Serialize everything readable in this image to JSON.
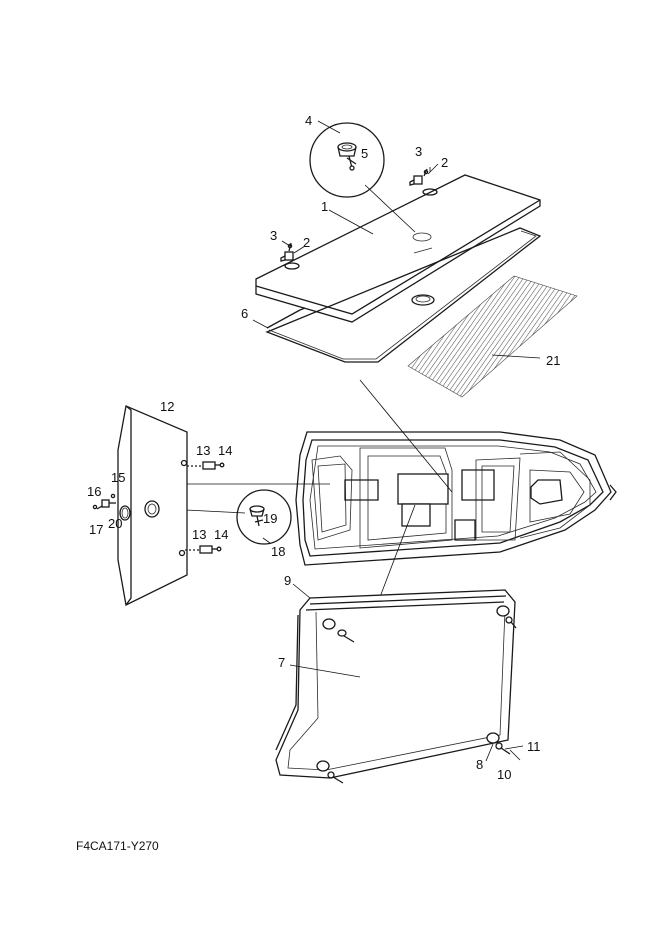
{
  "callouts": [
    "1",
    "2",
    "2",
    "3",
    "3",
    "4",
    "5",
    "6",
    "7",
    "8",
    "9",
    "10",
    "11",
    "12",
    "13",
    "13",
    "14",
    "14",
    "15",
    "16",
    "17",
    "18",
    "19",
    "20",
    "21"
  ],
  "diagram_code": "F4CA171-Y270",
  "colors": {
    "line": "#1a1a1a",
    "background": "#ffffff",
    "hatch": "#555555"
  }
}
